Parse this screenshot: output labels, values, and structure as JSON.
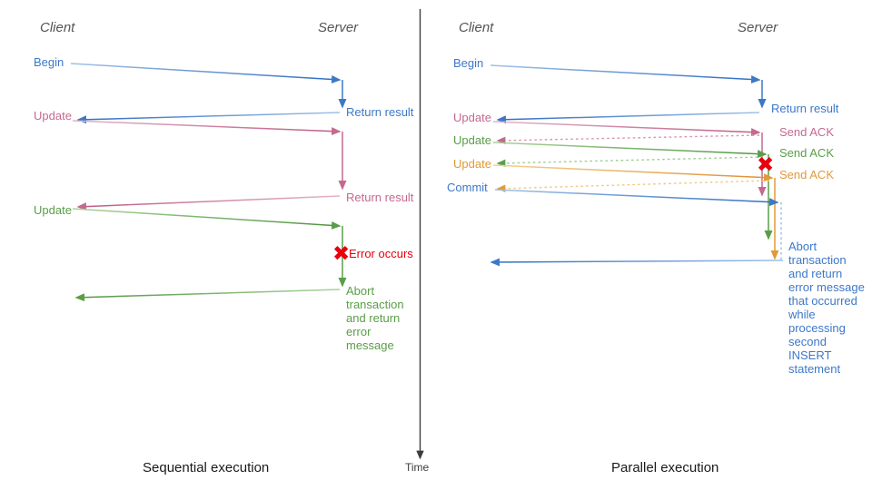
{
  "colors": {
    "blue": "#3d78c8",
    "blue_light": "#8fb6e4",
    "pink": "#c4698f",
    "pink_light": "#ddA8bf",
    "green": "#5a9e48",
    "green_light": "#9ccb8e",
    "orange": "#e09a38",
    "orange_light": "#f3c57f",
    "red": "#e8000d",
    "gray": "#555555",
    "axis": "#3c3c3c",
    "divider": "#3c3c3c"
  },
  "divider": {
    "name": "panel-divider"
  },
  "time_axis": {
    "label": "Time"
  },
  "panels": [
    {
      "id": "sequential",
      "caption": "Sequential execution",
      "lanes": {
        "client": "Client",
        "server": "Server"
      },
      "labels": [
        {
          "id": "seq-begin",
          "text": "Begin",
          "color": "blue"
        },
        {
          "id": "seq-return-1",
          "text": "Return result",
          "color": "blue"
        },
        {
          "id": "seq-update-1",
          "text": "Update",
          "color": "pink"
        },
        {
          "id": "seq-return-2",
          "text": "Return result",
          "color": "pink"
        },
        {
          "id": "seq-update-2",
          "text": "Update",
          "color": "green"
        },
        {
          "id": "seq-error",
          "text": "Error occurs",
          "color": "red"
        },
        {
          "id": "seq-abort",
          "text": "Abort transaction and return error message",
          "color": "green"
        }
      ]
    },
    {
      "id": "parallel",
      "caption": "Parallel execution",
      "lanes": {
        "client": "Client",
        "server": "Server"
      },
      "labels": [
        {
          "id": "par-begin",
          "text": "Begin",
          "color": "blue"
        },
        {
          "id": "par-return-1",
          "text": "Return result",
          "color": "blue"
        },
        {
          "id": "par-update-1",
          "text": "Update",
          "color": "pink"
        },
        {
          "id": "par-ack-1",
          "text": "Send ACK",
          "color": "pink"
        },
        {
          "id": "par-update-2",
          "text": "Update",
          "color": "green"
        },
        {
          "id": "par-ack-2",
          "text": "Send ACK",
          "color": "green"
        },
        {
          "id": "par-update-3",
          "text": "Update",
          "color": "orange"
        },
        {
          "id": "par-ack-3",
          "text": "Send ACK",
          "color": "orange"
        },
        {
          "id": "par-commit",
          "text": "Commit",
          "color": "blue"
        },
        {
          "id": "par-abort",
          "text": "Abort transaction and return error message that occurred while processing second INSERT statement",
          "color": "blue"
        }
      ]
    }
  ]
}
